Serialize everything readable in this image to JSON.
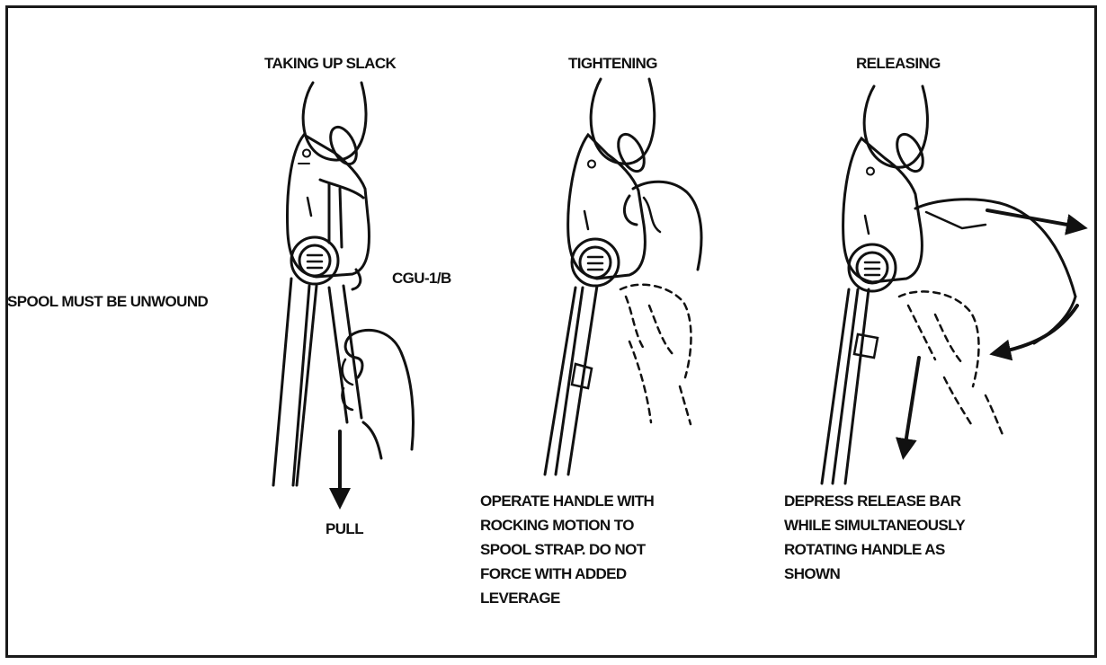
{
  "titles": {
    "taking_up_slack": "TAKING UP SLACK",
    "tightening": "TIGHTENING",
    "releasing": "RELEASING"
  },
  "labels": {
    "spool_must_be_unwound": "SPOOL MUST BE UNWOUND",
    "model": "CGU-1/B",
    "pull": "PULL"
  },
  "captions": {
    "tightening": [
      "OPERATE HANDLE WITH",
      "ROCKING MOTION TO",
      "SPOOL STRAP. DO NOT",
      "FORCE WITH ADDED",
      "LEVERAGE"
    ],
    "releasing": [
      "DEPRESS RELEASE BAR",
      "WHILE SIMULTANEOUSLY",
      "ROTATING HANDLE AS",
      "SHOWN"
    ]
  },
  "colors": {
    "ink": "#111111",
    "background": "#ffffff"
  }
}
